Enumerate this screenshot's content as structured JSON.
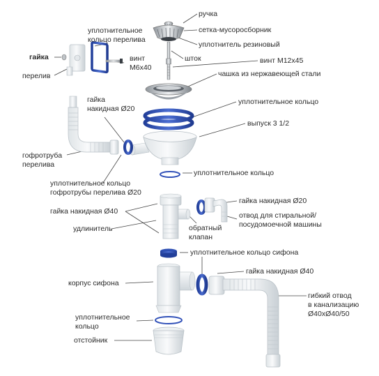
{
  "colors": {
    "seal_blue": "#2f50b4",
    "plastic_white": "#f4f6f8",
    "plastic_shade": "#d4dade",
    "steel": "#b9bec3",
    "leader_line": "#444444",
    "text": "#2a2a2a"
  },
  "labels": {
    "handle": "ручка",
    "strainer": "сетка-мусоросборник",
    "rubber_seal": "уплотнитель резиновый",
    "stem": "шток",
    "overflow_seal_line1": "уплотнительное",
    "overflow_seal_line2": "кольцо перелива",
    "nut": "гайка",
    "overflow": "перелив",
    "screw_m6_line1": "винт",
    "screw_m6_line2": "М6х40",
    "screw_m12": "винт М12х45",
    "steel_cup": "чашка из нержавеющей стали",
    "union_nut_d20_line1": "гайка",
    "union_nut_d20_line2": "накидная Ø20",
    "o_ring_top": "уплотнительное кольцо",
    "outlet": "выпуск 3 1/2",
    "overflow_hose_line1": "гофротруба",
    "overflow_hose_line2": "перелива",
    "o_ring_mid": "уплотнительное кольцо",
    "hose_ring_line1": "уплотнительное кольцо",
    "hose_ring_line2": "гофротрубы перелива Ø20",
    "union_nut_d20_right": "гайка накидная Ø20",
    "union_nut_d40": "гайка накидная Ø40",
    "machine_branch_line1": "отвод для стиральной/",
    "machine_branch_line2": "посудомоечной машины",
    "extender": "удлинитель",
    "check_valve_line1": "обратный",
    "check_valve_line2": "клапан",
    "siphon_ring": "уплотнительное кольцо сифона",
    "union_nut_d40_right": "гайка накидная Ø40",
    "siphon_body": "корпус сифона",
    "flex_outlet_line1": "гибкий отвод",
    "flex_outlet_line2": "в канализацию",
    "flex_outlet_line3": "Ø40хØ40/50",
    "o_ring_bottom_line1": "уплотнительное",
    "o_ring_bottom_line2": "кольцо",
    "sump": "отстойник"
  }
}
